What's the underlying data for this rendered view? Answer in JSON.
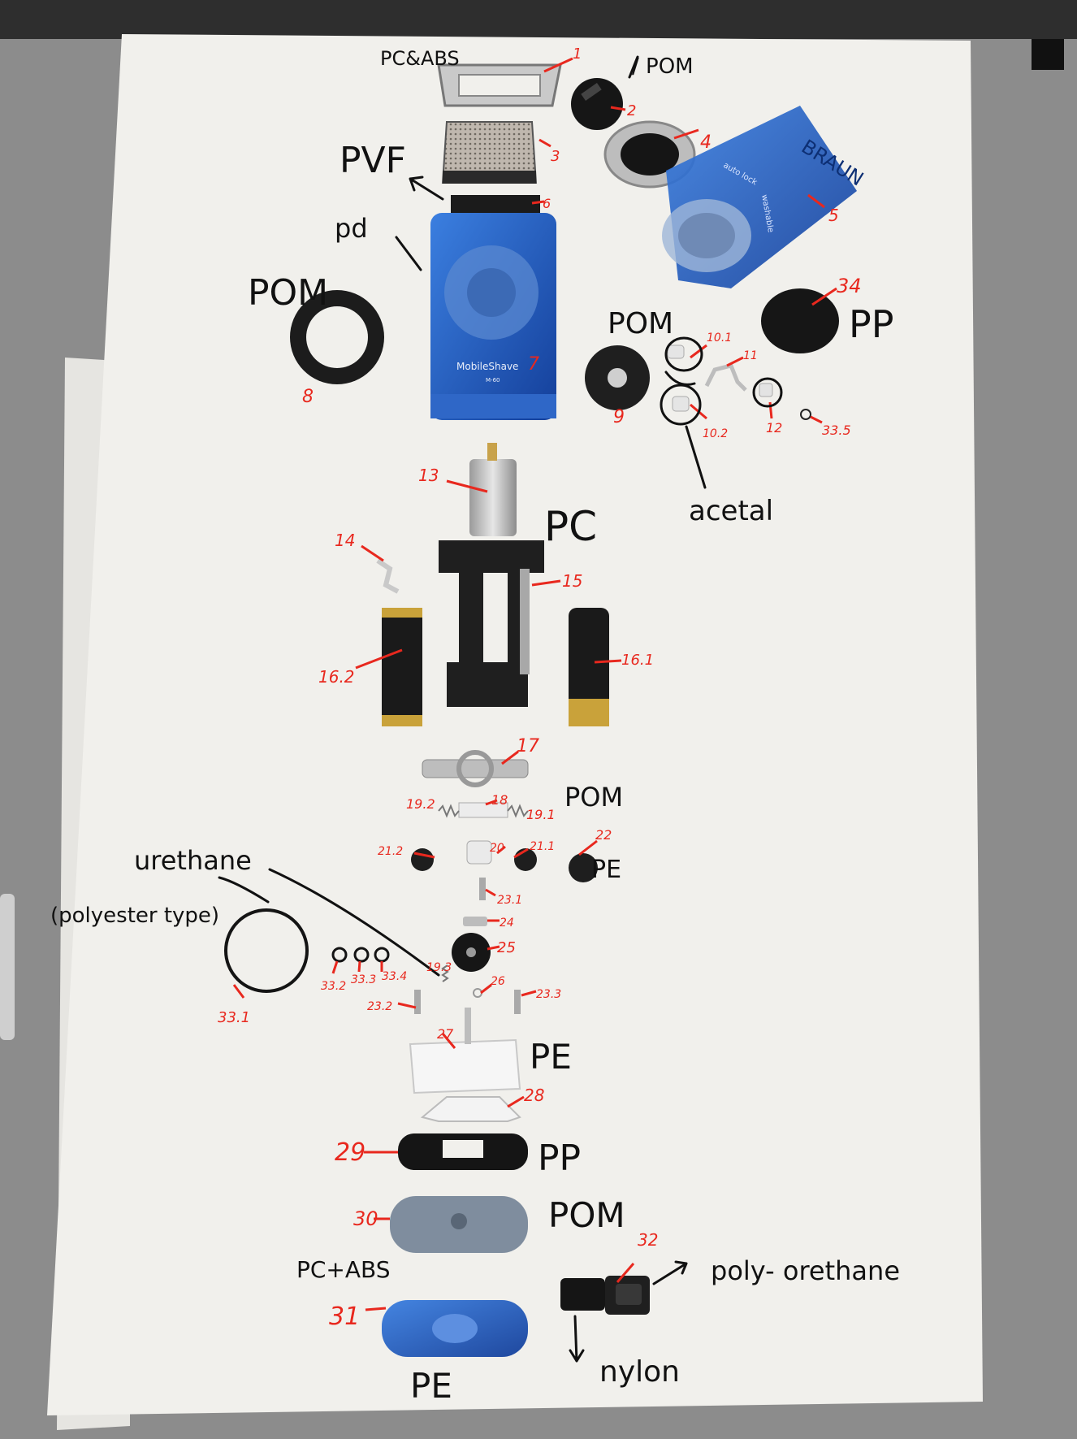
{
  "colors": {
    "table": "#8c8c8c",
    "paper": "#f1f0ec",
    "ink": "#111111",
    "label_red": "#e8281e",
    "housing_blue": "#1f5ec4",
    "cap_blue": "#2d7be0"
  },
  "product_text": {
    "brand": "BRAUN",
    "model": "MobileShave",
    "model_code": "M-60",
    "cap_text_1": "auto lock",
    "cap_text_2": "washable"
  },
  "material_labels": {
    "pc_abs_top": "PC&ABS",
    "pom_top_right": "/ POM",
    "pvf": "PVF",
    "pd": "pd",
    "pom_left": "POM",
    "pp_right": "PP",
    "pom_middle": "POM",
    "acetal": "acetal",
    "pc": "PC",
    "pom_lower": "POM",
    "pe_small": "PE",
    "urethane": "urethane",
    "polyester_type": "(polyester type)",
    "pe_frame": "PE",
    "pp_lower": "PP",
    "pom_bottom": "POM",
    "pc_abs_bottom": "PC+ABS",
    "poly_urethane": "poly- orethane",
    "pe_bottom": "PE",
    "nylon": "nylon"
  },
  "part_numbers": {
    "n1": "1",
    "n2": "2",
    "n3": "3",
    "n4": "4",
    "n5": "5",
    "n6": "6",
    "n7": "7",
    "n8": "8",
    "n9": "9",
    "n10_1": "10.1",
    "n10_2": "10.2",
    "n11": "11",
    "n12": "12",
    "n13": "13",
    "n14": "14",
    "n15": "15",
    "n16_1": "16.1",
    "n16_2": "16.2",
    "n17": "17",
    "n18": "18",
    "n19_1": "19.1",
    "n19_2": "19.2",
    "n19_3": "19.3",
    "n20": "20",
    "n21_1": "21.1",
    "n21_2": "21.2",
    "n22": "22",
    "n23_1": "23.1",
    "n23_2": "23.2",
    "n23_3": "23.3",
    "n24": "24",
    "n25": "25",
    "n26": "26",
    "n27": "27",
    "n28": "28",
    "n29": "29",
    "n30": "30",
    "n31": "31",
    "n32": "32",
    "n33_1": "33.1",
    "n33_2": "33.2",
    "n33_3": "33.3",
    "n33_4": "33.4",
    "n33_5": "33.5",
    "n34": "34"
  }
}
